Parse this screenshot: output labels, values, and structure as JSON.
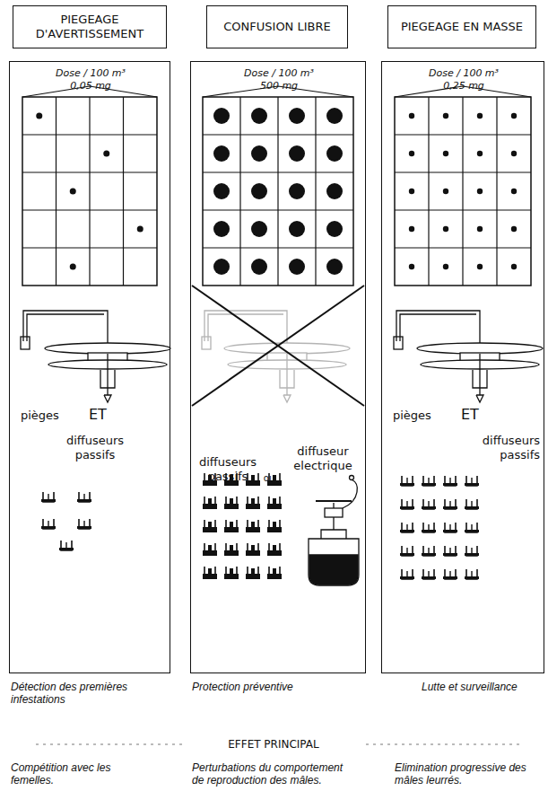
{
  "diagram": {
    "nodes": [
      {
        "text": [
          "PIEGEAGE D'AVERTISSEMENT"
        ]
      },
      {
        "text": [
          "Dose / 100 m³",
          "0,05 mg",
          "pièges",
          "ET",
          "diffuseurs passifs"
        ]
      },
      {
        "text": [
          "CONFUSION LIBRE"
        ]
      },
      {
        "text": [
          "Dose / 100 m³",
          "500 mg",
          "diffuseurs passifs",
          "ou",
          "diffuseur electrique"
        ]
      },
      {
        "text": [
          "PIEGEAGE EN MASSE"
        ]
      },
      {
        "text": [
          "Dose / 100 m³",
          "0,25 mg",
          "pièges",
          "ET",
          "diffuseurs passifs"
        ]
      }
    ],
    "labels": [
      "Détection des premières infestations",
      "Protection préventive",
      "Lutte et surveillance",
      "EFFET PRINCIPAL",
      "Compétition avec les femelles.",
      "Perturbations du comportement de reproduction des mâles.",
      "Elimination progressive des mâles leurrés."
    ]
  }
}
